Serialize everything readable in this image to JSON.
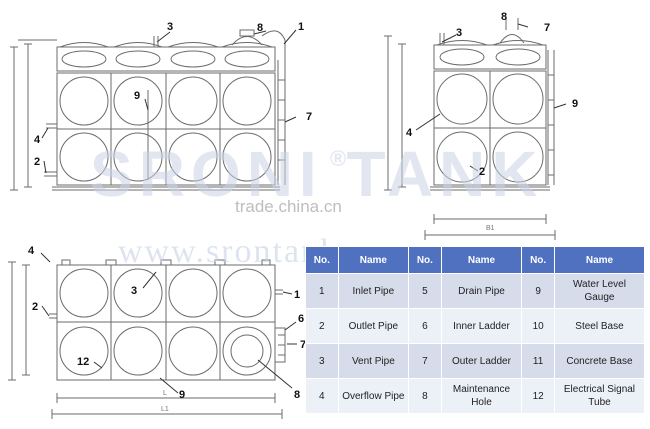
{
  "watermarks": {
    "brand": "SRONI TANK",
    "registered": "®",
    "url": "www.srontank.com",
    "trade": "trade.china.cn"
  },
  "callouts": {
    "front": [
      "3",
      "8",
      "1",
      "9",
      "4",
      "7",
      "2"
    ],
    "side": [
      "3",
      "8",
      "7",
      "9",
      "4",
      "2"
    ],
    "top": [
      "4",
      "3",
      "1",
      "2",
      "6",
      "7",
      "12",
      "9",
      "8"
    ]
  },
  "dimension_labels": {
    "side_width": "B1",
    "top_length": "L",
    "top_length_outer": "L1"
  },
  "legend": {
    "headers": [
      "No.",
      "Name",
      "No.",
      "Name",
      "No.",
      "Name"
    ],
    "rows": [
      [
        {
          "no": "1",
          "name": "Inlet Pipe"
        },
        {
          "no": "5",
          "name": "Drain Pipe"
        },
        {
          "no": "9",
          "name": "Water Level Gauge"
        }
      ],
      [
        {
          "no": "2",
          "name": "Outlet Pipe"
        },
        {
          "no": "6",
          "name": "Inner Ladder"
        },
        {
          "no": "10",
          "name": "Steel Base"
        }
      ],
      [
        {
          "no": "3",
          "name": "Vent Pipe"
        },
        {
          "no": "7",
          "name": "Outer Ladder"
        },
        {
          "no": "11",
          "name": "Concrete Base"
        }
      ],
      [
        {
          "no": "4",
          "name": "Overflow Pipe"
        },
        {
          "no": "8",
          "name": "Maintenance Hole"
        },
        {
          "no": "12",
          "name": "Electrical Signal Tube"
        }
      ]
    ]
  },
  "colors": {
    "line": "#6b6b6b",
    "table_header": "#4f71bf",
    "row_odd": "#d6dcea",
    "row_even": "#ecf0f7",
    "watermark": "#c9d3e6"
  }
}
